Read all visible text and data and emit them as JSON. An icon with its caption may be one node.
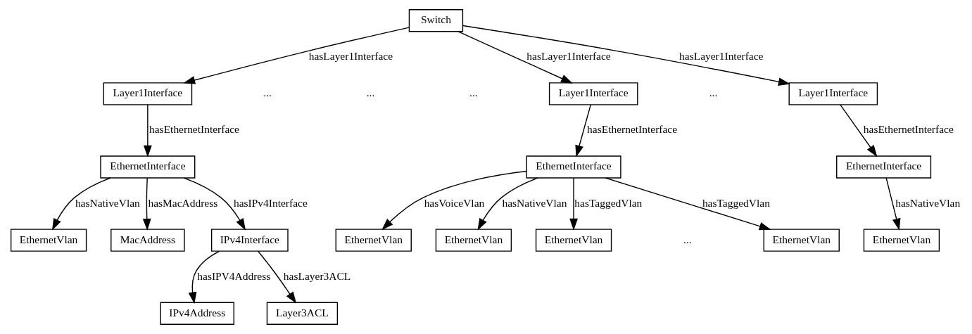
{
  "diagram": {
    "nodes": [
      {
        "text": [
          "Switch"
        ]
      },
      {
        "text": [
          "Layer1Interface"
        ]
      },
      {
        "text": [
          "Layer1Interface"
        ]
      },
      {
        "text": [
          "Layer1Interface"
        ]
      },
      {
        "text": [
          "EthernetInterface"
        ]
      },
      {
        "text": [
          "EthernetInterface"
        ]
      },
      {
        "text": [
          "EthernetInterface"
        ]
      },
      {
        "text": [
          "MacAddress"
        ]
      },
      {
        "text": [
          "IPv4Interface"
        ]
      },
      {
        "text": [
          "EthernetVlan"
        ]
      },
      {
        "text": [
          "EthernetVlan"
        ]
      },
      {
        "text": [
          "EthernetVlan"
        ]
      },
      {
        "text": [
          "EthernetVlan"
        ]
      },
      {
        "text": [
          "EthernetVlan"
        ]
      },
      {
        "text": [
          "EthernetVlan"
        ]
      },
      {
        "text": [
          "IPv4Address"
        ]
      },
      {
        "text": [
          "Layer3ACL"
        ]
      }
    ],
    "edges": [
      {
        "from": 0,
        "to": 1,
        "arrow": "to",
        "label": "hasLayer1Interface"
      },
      {
        "from": 0,
        "to": 2,
        "arrow": "to",
        "label": "hasLayer1Interface"
      },
      {
        "from": 0,
        "to": 3,
        "arrow": "to",
        "label": "hasLayer1Interface"
      },
      {
        "from": 1,
        "to": 4,
        "arrow": "to",
        "label": "hasEthernetInterface"
      },
      {
        "from": 2,
        "to": 5,
        "arrow": "to",
        "label": "hasEthernetInterface"
      },
      {
        "from": 3,
        "to": 6,
        "arrow": "to",
        "label": "hasEthernetInterface"
      },
      {
        "from": 4,
        "to": 7,
        "arrow": "to",
        "label": "hasMacAddress"
      },
      {
        "from": 4,
        "to": 8,
        "arrow": "to",
        "label": "hasIPv4Interface"
      },
      {
        "from": 4,
        "to": 9,
        "arrow": "to",
        "label": "hasNativeVlan"
      },
      {
        "from": 5,
        "to": 10,
        "arrow": "to",
        "label": "hasVoiceVlan"
      },
      {
        "from": 5,
        "to": 11,
        "arrow": "to",
        "label": "hasNativeVlan"
      },
      {
        "from": 5,
        "to": 12,
        "arrow": "to",
        "label": "hasTaggedVlan"
      },
      {
        "from": 5,
        "to": 13,
        "arrow": "to",
        "label": "hasTaggedVlan"
      },
      {
        "from": 6,
        "to": 14,
        "arrow": "to",
        "label": "hasNativeVlan"
      },
      {
        "from": 8,
        "to": 15,
        "arrow": "to",
        "label": "hasIPV4Address"
      },
      {
        "from": 8,
        "to": 16,
        "arrow": "to",
        "label": "hasLayer3ACL"
      }
    ],
    "labels": [
      "...",
      "...",
      "...",
      "...",
      "..."
    ]
  }
}
